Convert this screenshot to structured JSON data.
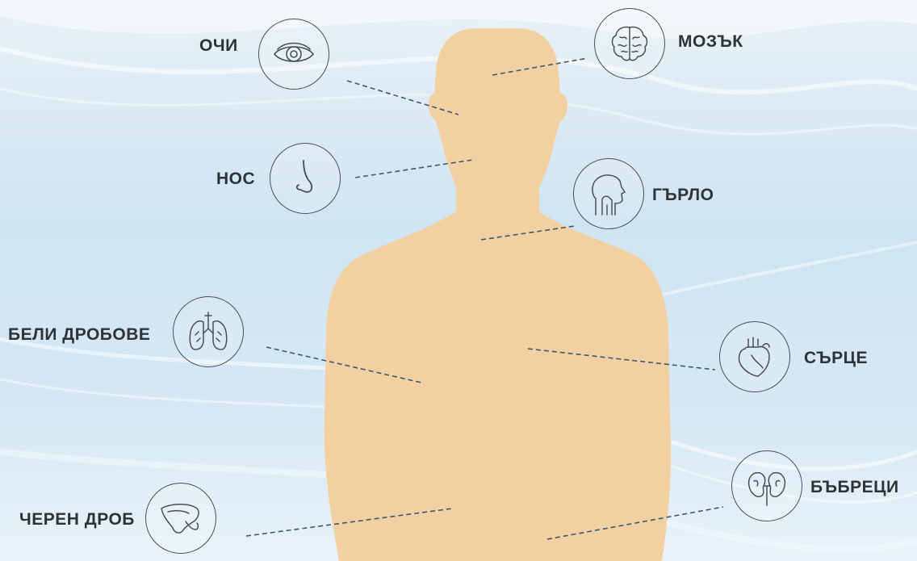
{
  "organs": [
    {
      "id": "eyes",
      "label": "ОЧИ",
      "icon": "eye-icon"
    },
    {
      "id": "brain",
      "label": "МОЗЪК",
      "icon": "brain-icon"
    },
    {
      "id": "nose",
      "label": "НОС",
      "icon": "nose-icon"
    },
    {
      "id": "throat",
      "label": "ГЪРЛО",
      "icon": "throat-icon"
    },
    {
      "id": "lungs",
      "label": "БЕЛИ ДРОБОВЕ",
      "icon": "lungs-icon"
    },
    {
      "id": "heart",
      "label": "СЪРЦЕ",
      "icon": "heart-icon"
    },
    {
      "id": "liver",
      "label": "ЧЕРЕН ДРОБ",
      "icon": "liver-icon"
    },
    {
      "id": "kidneys",
      "label": "БЪБРЕЦИ",
      "icon": "kidneys-icon"
    }
  ],
  "colors": {
    "body_silhouette": "#f2d0a2",
    "text": "#2f3338",
    "line": "#3d5a73",
    "icon_stroke": "#4a4f56"
  }
}
